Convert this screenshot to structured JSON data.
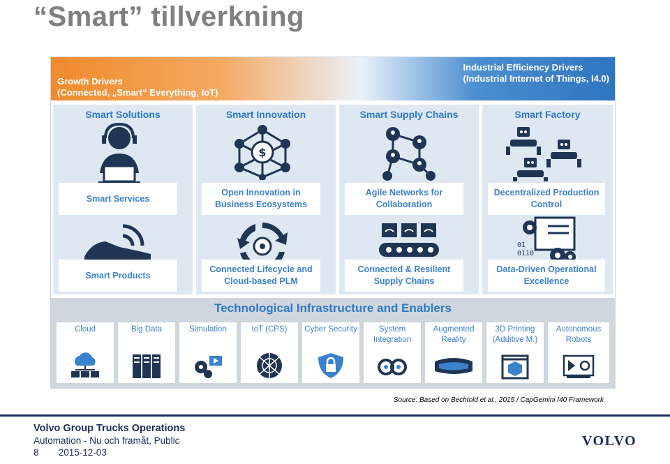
{
  "title": "“Smart” tillverkning",
  "banner": {
    "left_line1": "Growth Drivers",
    "left_line2": "(Connected, „Smart“ Everything, IoT)",
    "right_line1": "Industrial Efficiency Drivers",
    "right_line2": "(Industrial Internet of Things, I4.0)"
  },
  "columns": [
    {
      "heading": "Smart Solutions",
      "top_box": "Smart Services",
      "bottom_box": "Smart Products",
      "top_icon": "worker-laptop-icon",
      "bottom_icon": "connected-shoe-icon"
    },
    {
      "heading": "Smart Innovation",
      "top_box": "Open Innovation in Business Ecosystems",
      "bottom_box": "Connected Lifecycle and Cloud-based PLM",
      "top_icon": "network-lightbulb-icon",
      "bottom_icon": "lifecycle-arrows-icon"
    },
    {
      "heading": "Smart Supply Chains",
      "top_box": "Agile Networks for Collaboration",
      "bottom_box": "Connected & Resilient Supply Chains",
      "top_icon": "people-network-icon",
      "bottom_icon": "conveyor-boxes-icon"
    },
    {
      "heading": "Smart Factory",
      "top_box": "Decentralized Production Control",
      "bottom_box": "Data-Driven Operational Excellence",
      "top_icon": "robot-arms-icon",
      "bottom_icon": "data-gears-icon"
    }
  ],
  "infrastructure": {
    "heading": "Technological Infrastructure and Enablers",
    "tiles": [
      {
        "label": "Cloud",
        "icon": "cloud-devices-icon"
      },
      {
        "label": "Big Data",
        "icon": "server-racks-icon"
      },
      {
        "label": "Simulation",
        "icon": "gears-video-icon"
      },
      {
        "label": "IoT (CPS)",
        "icon": "network-sphere-icon"
      },
      {
        "label": "Cyber Security",
        "icon": "shield-lock-icon"
      },
      {
        "label": "System Integration",
        "icon": "linked-gears-icon"
      },
      {
        "label": "Augmented Reality",
        "icon": "vr-headset-icon"
      },
      {
        "label": "3D Printing (Additive M.)",
        "icon": "printer-cube-icon"
      },
      {
        "label": "Autonomous Robots",
        "icon": "robot-vehicle-icon"
      }
    ]
  },
  "source": "Source: Based on Bechtold et al., 2015 / CapGemini I40 Framework",
  "footer": {
    "org": "Volvo Group Trucks Operations",
    "subtitle": "Automation - Nu och framåt, Public",
    "page": "8",
    "date": "2015-12-03"
  },
  "logo": "VOLVO",
  "colors": {
    "accent_blue": "#2f79c7",
    "orange": "#f08a2c",
    "navy": "#1d2d5c",
    "icon_dark": "#1f3553"
  }
}
